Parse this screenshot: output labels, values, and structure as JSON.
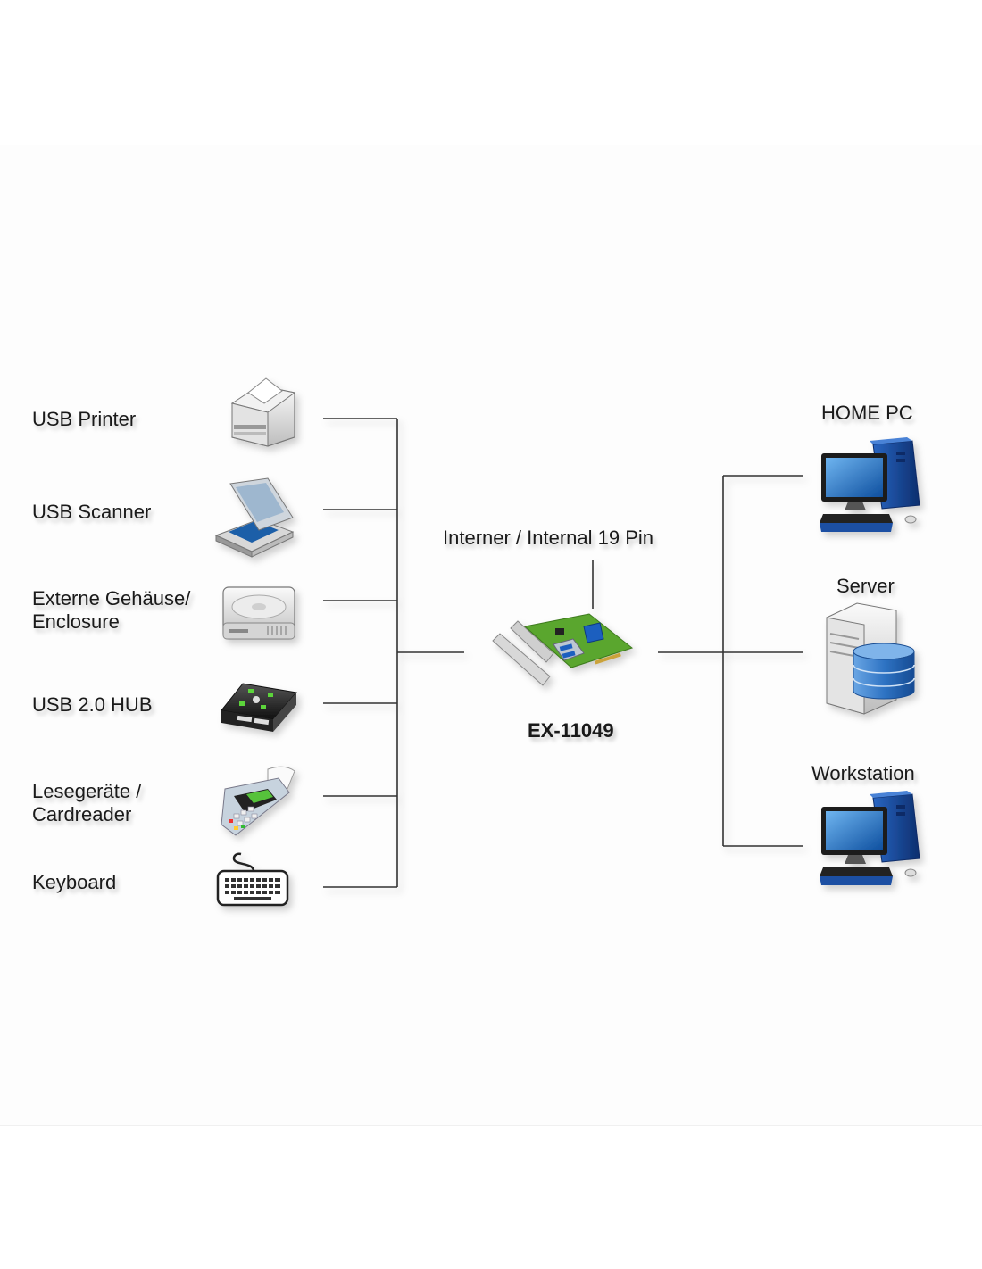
{
  "left_devices": [
    {
      "lines": [
        "USB Printer"
      ],
      "icon": "printer-icon"
    },
    {
      "lines": [
        "USB Scanner"
      ],
      "icon": "scanner-icon"
    },
    {
      "lines": [
        "Externe Gehäuse/",
        "Enclosure"
      ],
      "icon": "hard-drive-icon"
    },
    {
      "lines": [
        "USB 2.0 HUB"
      ],
      "icon": "usb-hub-icon"
    },
    {
      "lines": [
        "Lesegeräte /",
        "Cardreader"
      ],
      "icon": "card-reader-icon"
    },
    {
      "lines": [
        "Keyboard"
      ],
      "icon": "keyboard-icon"
    }
  ],
  "center": {
    "connector_label": "Interner / Internal 19 Pin",
    "product_label": "EX-11049",
    "icon": "pcie-usb-card-icon"
  },
  "right_devices": [
    {
      "label": "HOME PC",
      "icon": "desktop-pc-icon"
    },
    {
      "label": "Server",
      "icon": "server-database-icon"
    },
    {
      "label": "Workstation",
      "icon": "workstation-icon"
    }
  ],
  "colors": {
    "line": "#333333",
    "monitor_screen": "#1f6fc4",
    "tower_blue": "#1c4fa3",
    "database_blue": "#3a7cc8",
    "card_green": "#57b230"
  }
}
